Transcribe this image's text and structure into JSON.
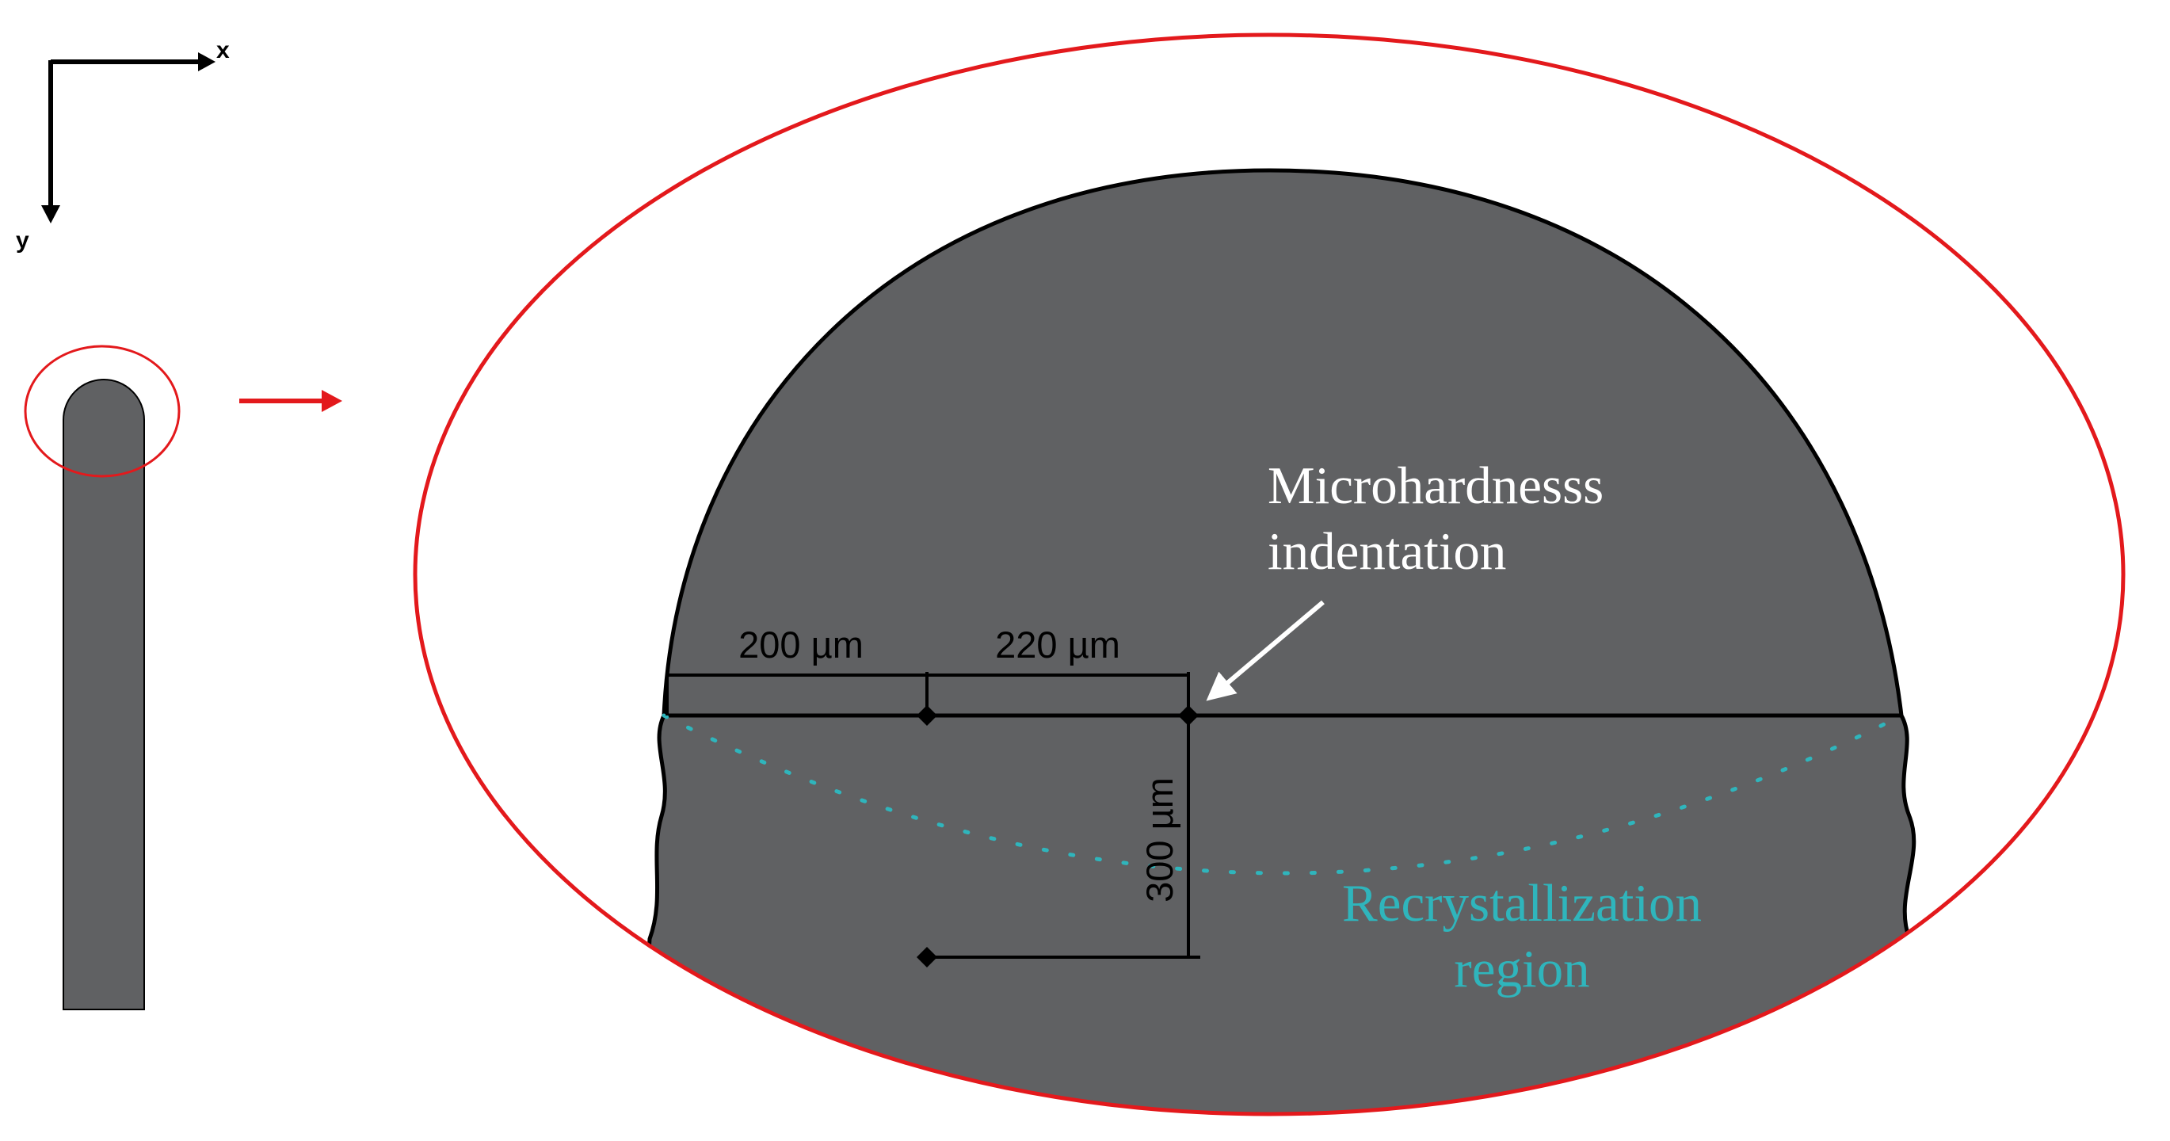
{
  "axes": {
    "x_label": "x",
    "y_label": "y"
  },
  "dimensions": {
    "first_horizontal": "200 µm",
    "second_horizontal": "220 µm",
    "vertical": "300 µm"
  },
  "annotations": {
    "indentation_line1": "Microhardnesss",
    "indentation_line2": "indentation",
    "region_line1": "Recrystallization",
    "region_line2": "region"
  },
  "colors": {
    "specimen_fill": "#606163",
    "outline": "#000000",
    "highlight_red": "#e3191c",
    "recrystallization_teal": "#2fb5bc",
    "annotation_white": "#ffffff"
  }
}
